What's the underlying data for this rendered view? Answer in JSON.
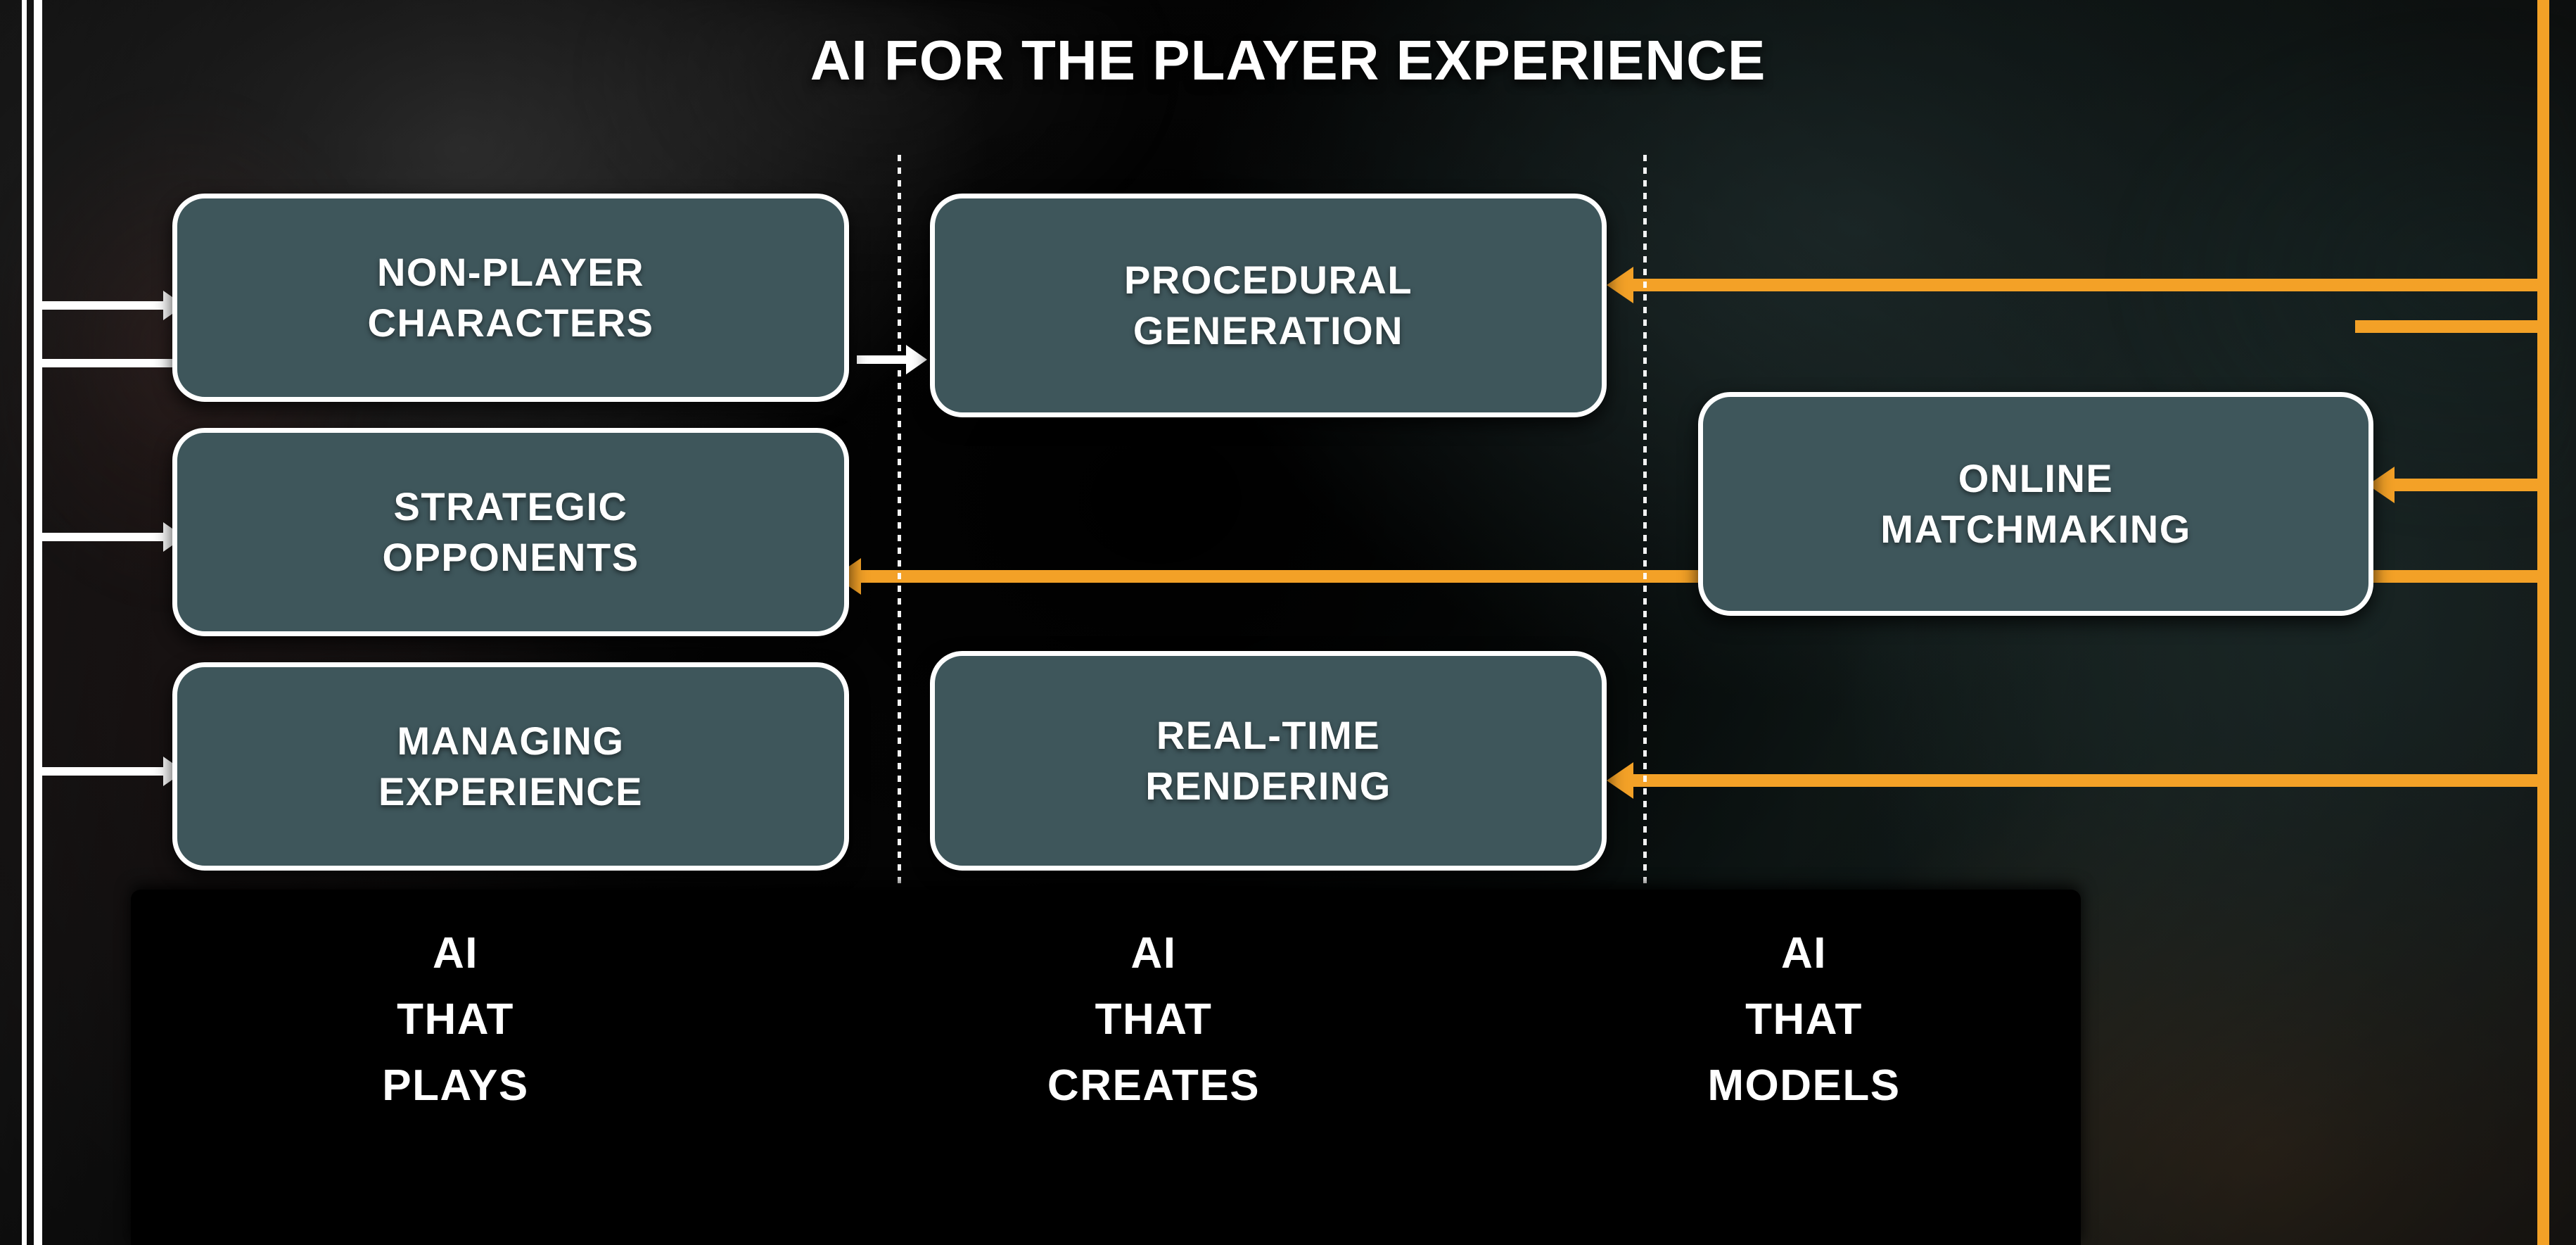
{
  "slide": {
    "title": "AI FOR THE PLAYER EXPERIENCE",
    "background": "dark blurred gaming photo"
  },
  "colors": {
    "node_fill": "#3e565b",
    "node_border": "#ffffff",
    "text": "#ffffff",
    "accent_orange": "#f3a127",
    "band_bg": "#000000",
    "divider": "#ffffff"
  },
  "nodes": [
    {
      "id": "npc",
      "column": "plays",
      "line1": "NON-PLAYER",
      "line2": "CHARACTERS"
    },
    {
      "id": "strategic",
      "column": "plays",
      "line1": "STRATEGIC",
      "line2": "OPPONENTS"
    },
    {
      "id": "managing",
      "column": "plays",
      "line1": "MANAGING",
      "line2": "EXPERIENCE"
    },
    {
      "id": "procedural",
      "column": "creates",
      "line1": "PROCEDURAL",
      "line2": "GENERATION"
    },
    {
      "id": "realtime",
      "column": "creates",
      "line1": "REAL-TIME",
      "line2": "RENDERING"
    },
    {
      "id": "matchmaking",
      "column": "models",
      "line1": "ONLINE",
      "line2": "MATCHMAKING"
    }
  ],
  "columns": [
    {
      "id": "plays",
      "cap1": "AI",
      "cap2": "THAT",
      "cap3": "PLAYS"
    },
    {
      "id": "creates",
      "cap1": "AI",
      "cap2": "THAT",
      "cap3": "CREATES"
    },
    {
      "id": "models",
      "cap1": "AI",
      "cap2": "THAT",
      "cap3": "MODELS"
    }
  ],
  "connectors": {
    "left_trunk_color": "#ffffff",
    "right_trunk_color": "#f3a127",
    "left_arrow_count": 4,
    "right_arrow_count": 5
  }
}
